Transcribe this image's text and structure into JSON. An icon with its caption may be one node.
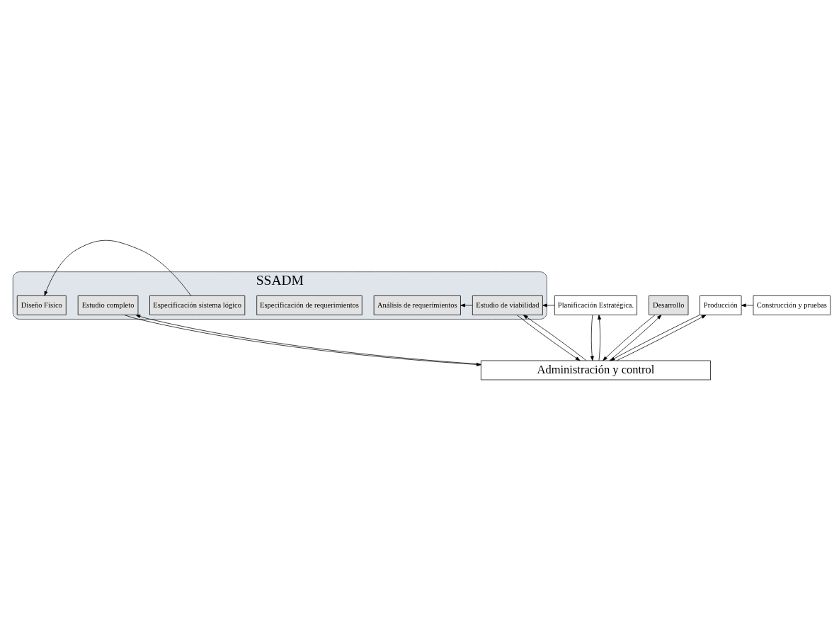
{
  "diagram": {
    "nodes": [
      {
        "text": [
          "SSADM"
        ]
      },
      {
        "text": [
          "Planificación Estratégica."
        ]
      },
      {
        "text": [
          "Estudio de viabilidad"
        ],
        "in": 0
      },
      {
        "text": [
          "Análisis de requerimientos"
        ],
        "in": 0
      },
      {
        "text": [
          "Especificación de requerimientos"
        ],
        "in": 0
      },
      {
        "text": [
          "Especificación sistema lógico"
        ],
        "in": 0
      },
      {
        "text": [
          "Estudio completo"
        ],
        "in": 0
      },
      {
        "text": [
          "Diseño Físico"
        ],
        "in": 0
      },
      {
        "text": [
          "Construcción y pruebas"
        ]
      },
      {
        "text": [
          "Desarrollo"
        ]
      },
      {
        "text": [
          "Producción"
        ]
      },
      {
        "text": [
          "Administración y control"
        ]
      }
    ],
    "edges": [
      {
        "from": 1,
        "to": 2,
        "arrow": "to"
      },
      {
        "from": 2,
        "to": 3,
        "arrow": "to"
      },
      {
        "from": 5,
        "to": 7,
        "arrow": "to"
      },
      {
        "from": 8,
        "to": 10,
        "arrow": "to"
      },
      {
        "from": 11,
        "to": 1,
        "arrow": "to"
      },
      {
        "from": 1,
        "to": 11,
        "arrow": "to"
      },
      {
        "from": 11,
        "to": 2,
        "arrow": "to"
      },
      {
        "from": 2,
        "to": 11,
        "arrow": "to"
      },
      {
        "from": 11,
        "to": 6,
        "arrow": "to"
      },
      {
        "from": 6,
        "to": 11,
        "arrow": "to"
      },
      {
        "from": 11,
        "to": 9,
        "arrow": "to"
      },
      {
        "from": 9,
        "to": 11,
        "arrow": "to"
      },
      {
        "from": 11,
        "to": 10,
        "arrow": "to"
      },
      {
        "from": 10,
        "to": 11,
        "arrow": "to"
      }
    ]
  }
}
